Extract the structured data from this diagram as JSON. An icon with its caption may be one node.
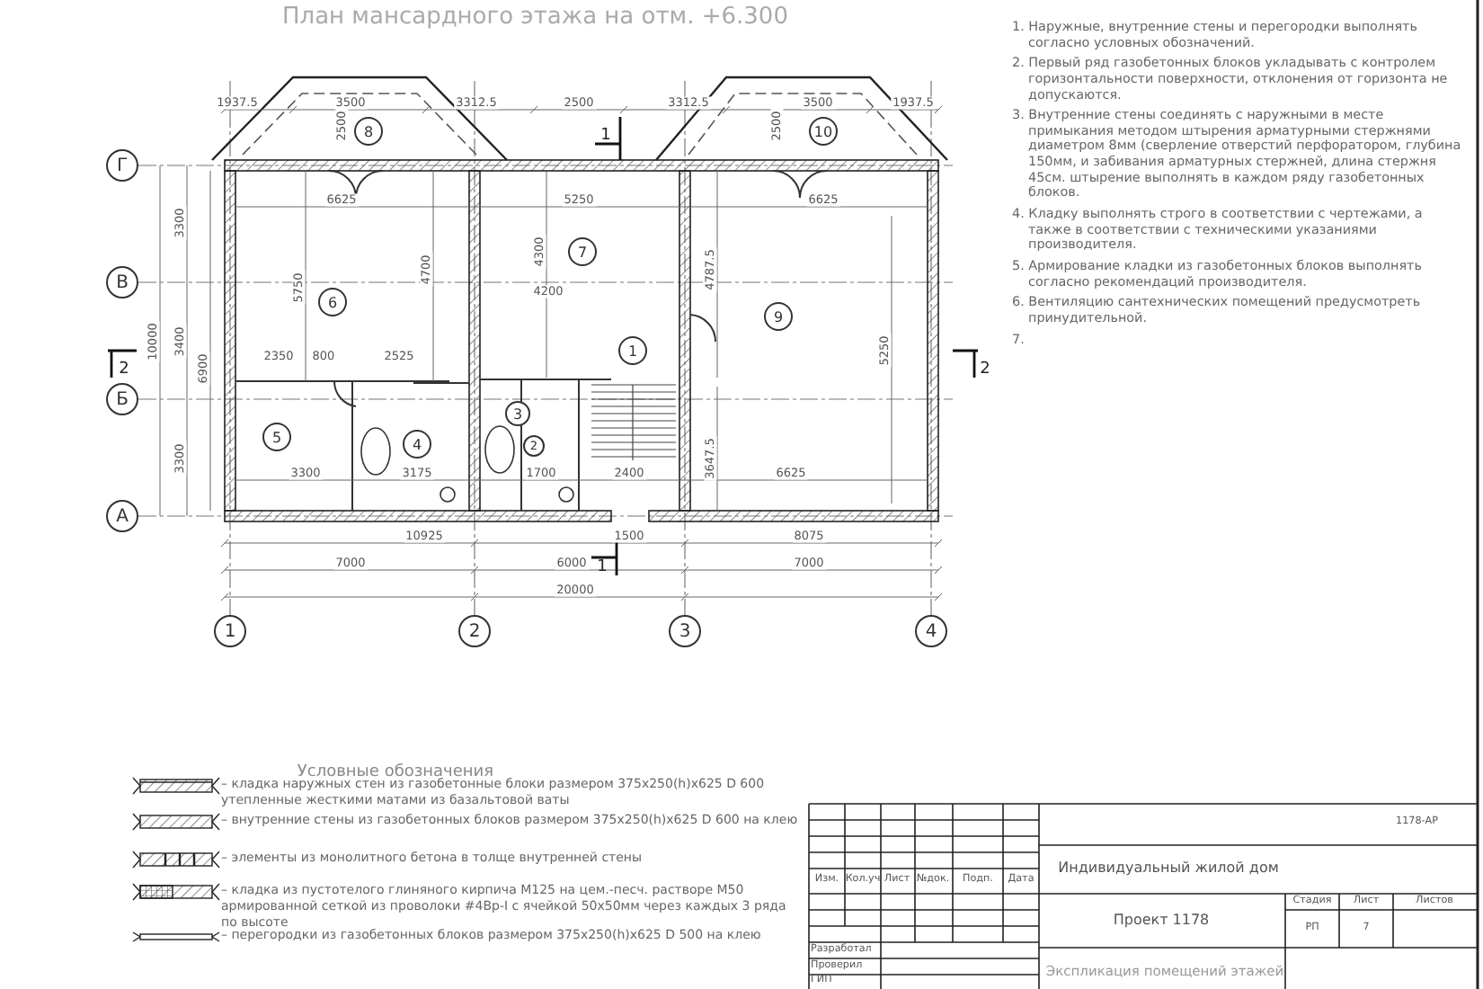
{
  "diagram": {
    "title": "План мансардного этажа на отм. +6.300",
    "nodes": [
      {
        "text": [
          "8"
        ]
      },
      {
        "text": [
          "10"
        ]
      },
      {
        "text": [
          "Г"
        ]
      },
      {
        "text": [
          "7"
        ]
      },
      {
        "text": [
          "В"
        ]
      },
      {
        "text": [
          "6"
        ]
      },
      {
        "text": [
          "9"
        ]
      },
      {
        "text": [
          "1"
        ]
      },
      {
        "text": [
          "Б"
        ]
      },
      {
        "text": [
          "3"
        ]
      },
      {
        "text": [
          "5"
        ]
      },
      {
        "text": [
          "4"
        ]
      },
      {
        "text": [
          "2"
        ]
      },
      {
        "text": [
          "А"
        ]
      },
      {
        "text": [
          "1"
        ]
      },
      {
        "text": [
          "2"
        ]
      },
      {
        "text": [
          "3"
        ]
      },
      {
        "text": [
          "4"
        ]
      }
    ],
    "labels": [
      "1. Наружные, внутренние стены и перегородки выполнять согласно условных обозначений.",
      "2. Первый ряд газобетонных блоков укладывать с контролем горизонтальности поверхности, отклонения от горизонта не допускаются.",
      "3. Внутренние стены соединять с наружными в месте примыкания методом штырения арматурными стержнями диаметром 8мм (сверление отверстий перфоратором, глубина 150мм, и забивания арматурных стержней, длина стержня 45см. штырение выполнять в каждом ряду газобетонных блоков.",
      "4. Кладку выполнять строго в соответствии с чертежами, а также в соответствии с техническими указаниями производителя.",
      "5. Армирование кладки из газобетонных блоков выполнять согласно рекомендаций производителя.",
      "6. Вентиляцию сантехнических помещений предусмотреть принудительной.",
      "7.",
      "1937.5",
      "3500",
      "3312.5",
      "2500",
      "3312.5",
      "3500",
      "1937.5",
      "2500",
      "2500",
      "6625",
      "5250",
      "6625",
      "3300",
      "5750",
      "4700",
      "4300",
      "4200",
      "4787.5",
      "10000",
      "3400",
      "6900",
      "2350",
      "800",
      "2525",
      "5250",
      "3300",
      "3300",
      "3175",
      "1700",
      "2400",
      "3647.5",
      "6625",
      "10925",
      "1500",
      "8075",
      "7000",
      "6000",
      "7000",
      "20000",
      "1",
      "1",
      "2",
      "2",
      "Условные обозначения",
      "1178-АР",
      "Индивидуальный жилой дом",
      "Изм.",
      "Кол.уч",
      "Лист",
      "№док.",
      "Подп.",
      "Дата",
      "Стадия",
      "Лист",
      "Листов",
      "Проект 1178",
      "РП",
      "7",
      "Разработал",
      "Проверил",
      "ГИП",
      "Экспликация помещений этажей"
    ],
    "legend": [
      {
        "text": "– кладка наружных стен из газобетонные блоки размером 375х250(h)х625 D 600 утепленные жесткими матами из базальтовой ваты"
      },
      {
        "text": "– внутренние стены из газобетонных блоков размером 375х250(h)х625 D 600 на клею"
      },
      {
        "text": "– элементы из монолитного бетона в толще внутренней стены"
      },
      {
        "text": "– кладка из пустотелого глиняного кирпича М125 на цем.-песч. растворе М50 армированной сеткой из проволоки #4Вр-I с ячейкой 50х50мм через каждых 3 ряда по высоте"
      },
      {
        "text": "– перегородки из газобетонных блоков размером 375х250(h)х625 D 500 на клею"
      }
    ]
  }
}
